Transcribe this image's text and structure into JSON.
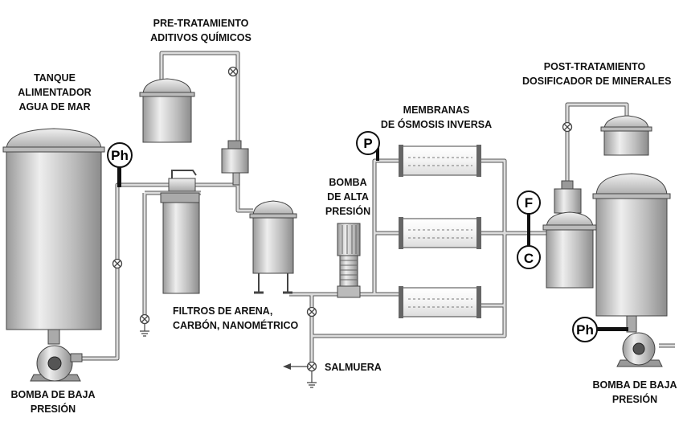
{
  "labels": {
    "feed_tank": [
      "TANQUE",
      "ALIMENTADOR",
      "AGUA DE MAR"
    ],
    "pretreatment": [
      "PRE-TRATAMIENTO",
      "ADITIVOS QUÍMICOS"
    ],
    "membranes": [
      "MEMBRANAS",
      "DE ÓSMOSIS INVERSA"
    ],
    "hp_pump": [
      "BOMBA",
      "DE ALTA",
      "PRESIÓN"
    ],
    "posttreatment": [
      "POST-TRATAMIENTO",
      "DOSIFICADOR DE MINERALES"
    ],
    "filters": [
      "FILTROS DE ARENA,",
      "CARBÓN, NANOMÉTRICO"
    ],
    "brine": "SALMUERA",
    "lp_pump_left": [
      "BOMBA DE BAJA",
      "PRESIÓN"
    ],
    "lp_pump_right": [
      "BOMBA DE BAJA",
      "PRESIÓN"
    ]
  },
  "gauges": {
    "ph_inlet": "Ph",
    "pressure": "P",
    "flow": "F",
    "conductivity": "C",
    "ph_outlet": "Ph"
  },
  "colors": {
    "tank_body": "#b5b5b5",
    "tank_highlight": "#eeeeee",
    "pipe": "#cfcfcf",
    "outline": "#333333"
  }
}
